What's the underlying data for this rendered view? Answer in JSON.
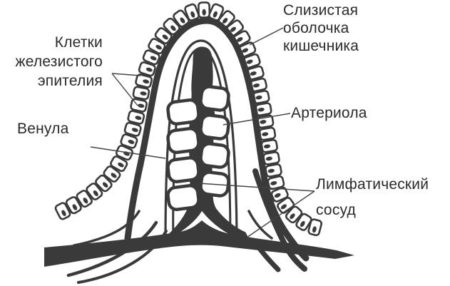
{
  "colors": {
    "ink": "#3a3a3a",
    "background": "#ffffff",
    "text": "#2b2b2b",
    "label_line": "#444444"
  },
  "labels": {
    "mucosa": {
      "text": "Слизистая оболочка кишечника"
    },
    "epithelium": {
      "text": "Клетки железистого эпителия"
    },
    "venule": {
      "text": "Венула"
    },
    "arteriole": {
      "text": "Артериола"
    },
    "lymphatic": {
      "text": "Лимфатический сосуд"
    }
  }
}
